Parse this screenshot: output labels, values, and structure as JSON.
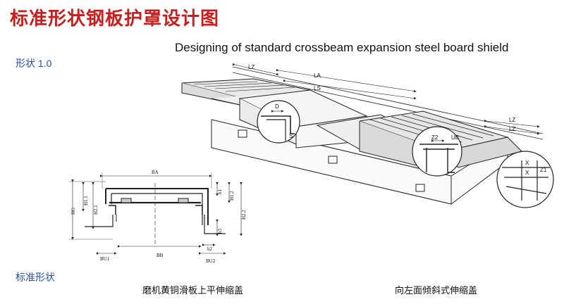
{
  "header": {
    "title": "标准形状钢板护罩设计图",
    "subtitle_en": "Designing of standard crossbeam expansion steel board shield"
  },
  "sections": {
    "shape_version": "形状 1.0",
    "standard_shape": "标准形状"
  },
  "captions": {
    "left": "磨机黄铜滑板上平伸缩盖",
    "right": "向左面倾斜式伸缩盖"
  },
  "dimensions": {
    "iso": {
      "lz_left": "LZ",
      "la": "LA",
      "ls": "LS",
      "lz_right_1": "LZ",
      "lz_right_2": "LZ",
      "d": "D",
      "s": "S",
      "z2": "Z2",
      "ue": "UE",
      "x1": "X",
      "x2": "X",
      "z1": "Z1"
    },
    "section": {
      "ba": "BA",
      "bb": "BB",
      "bu1": "BU1",
      "bu2": "BU2",
      "h1": "H1.1",
      "h2": "H2.1",
      "hg": "HG",
      "h1_2": "h1",
      "h1_r": "H1.2",
      "h2_r": "H2.2",
      "h3": "h3",
      "h2_small": "h2"
    }
  },
  "colors": {
    "title": "#c81e1e",
    "section": "#2b4fa8",
    "line": "#222222"
  }
}
